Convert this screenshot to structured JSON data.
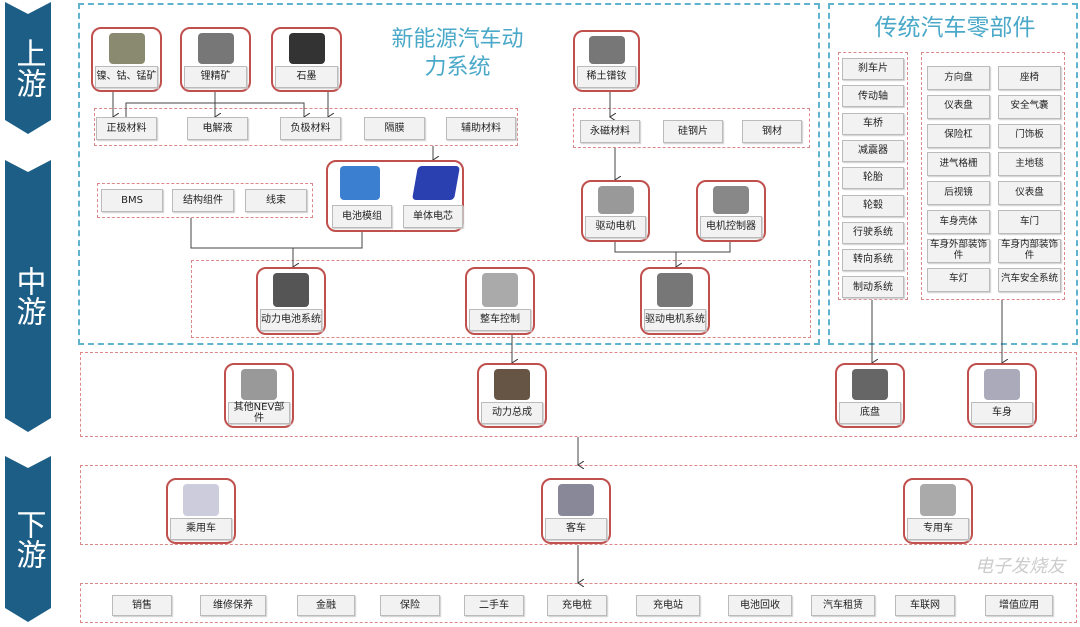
{
  "stages": {
    "up": "上游",
    "mid": "中游",
    "down": "下游"
  },
  "titles": {
    "nev": "新能源汽车动力系统",
    "traditional": "传统汽车零部件"
  },
  "raw": [
    "镍、钴、锰矿",
    "锂精矿",
    "石墨"
  ],
  "rare_earth": "稀土镨钕",
  "materials": [
    "正极材料",
    "电解液",
    "负极材料",
    "隔膜",
    "辅助材料"
  ],
  "motor_materials": [
    "永磁材料",
    "硅钢片",
    "钢材"
  ],
  "battery_parts": [
    "BMS",
    "结构组件",
    "线束"
  ],
  "battery": {
    "module": "电池模组",
    "cell": "单体电芯"
  },
  "motor": [
    "驱动电机",
    "电机控制器"
  ],
  "systems": [
    "动力电池系统",
    "整车控制",
    "驱动电机系统"
  ],
  "trad_left": [
    "刹车片",
    "传动轴",
    "车桥",
    "减震器",
    "轮胎",
    "轮毂",
    "行驶系统",
    "转向系统",
    "制动系统"
  ],
  "trad_right": [
    "方向盘",
    "座椅",
    "仪表盘",
    "安全气囊",
    "保险杠",
    "门饰板",
    "进气格栅",
    "主地毯",
    "后视镜",
    "仪表盘",
    "车身壳体",
    "车门",
    "车身外部装饰件",
    "车身内部装饰件",
    "车灯",
    "汽车安全系统"
  ],
  "assemblies": [
    "其他NEV部件",
    "动力总成",
    "底盘",
    "车身"
  ],
  "vehicles": [
    "乘用车",
    "客车",
    "专用车"
  ],
  "services": [
    "销售",
    "维修保养",
    "金融",
    "保险",
    "二手车",
    "充电桩",
    "充电站",
    "电池回收",
    "汽车租赁",
    "车联网",
    "增值应用"
  ],
  "watermark": "电子发烧友"
}
